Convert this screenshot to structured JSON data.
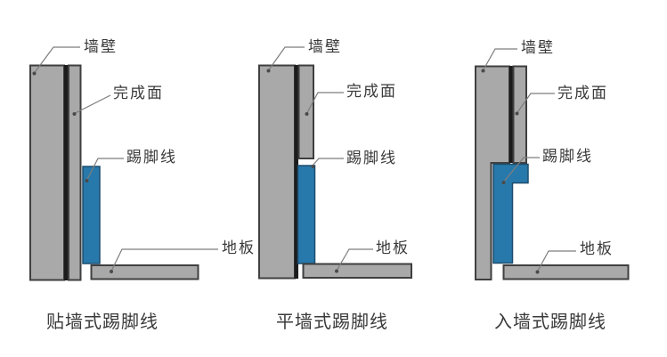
{
  "colors": {
    "background": "#ffffff",
    "wall_gray": "#a9a9a9",
    "outline": "#3f3f3f",
    "skirting_blue": "#2879ab",
    "skirting_blue_border": "#1d4c6d",
    "separator": "#1c1c1c",
    "leader": "#7d7d7d",
    "text": "#3a3a3a"
  },
  "diagrams": [
    {
      "caption": "贴墙式踢脚线",
      "labels": {
        "wall": "墙壁",
        "finish_surface": "完成面",
        "skirting": "踢脚线",
        "floor": "地板"
      }
    },
    {
      "caption": "平墙式踢脚线",
      "labels": {
        "wall": "墙壁",
        "finish_surface": "完成面",
        "skirting": "踢脚线",
        "floor": "地板"
      }
    },
    {
      "caption": "入墙式踢脚线",
      "labels": {
        "wall": "墙壁",
        "finish_surface": "完成面",
        "skirting": "踢脚线",
        "floor": "地板"
      }
    }
  ]
}
